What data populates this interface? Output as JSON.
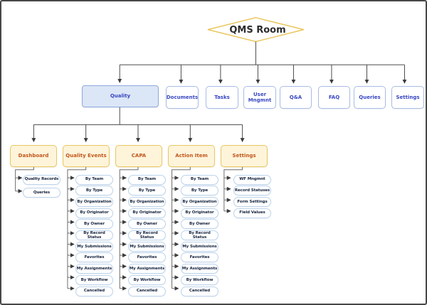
{
  "diagram": {
    "root": {
      "label": "QMS Room"
    },
    "level2": [
      {
        "label": "Quality",
        "highlighted": true
      },
      {
        "label": "Documents"
      },
      {
        "label": "Tasks"
      },
      {
        "label": "User Mngmnt"
      },
      {
        "label": "Q&A"
      },
      {
        "label": "FAQ"
      },
      {
        "label": "Queries"
      },
      {
        "label": "Settings"
      }
    ],
    "quality_children": [
      {
        "label": "Dashboard",
        "children": [
          "Quality Records",
          "Queries"
        ]
      },
      {
        "label": "Quality Events",
        "children": [
          "By Team",
          "By Type",
          "By Organization",
          "By Originator",
          "By Owner",
          "By Record Status",
          "My Submissions",
          "Favorites",
          "My Assignments",
          "By Workflow",
          "Cancelled"
        ]
      },
      {
        "label": "CAPA",
        "children": [
          "By Team",
          "By Type",
          "By Organization",
          "By Originator",
          "By Owner",
          "By Record Status",
          "My Submissions",
          "Favorites",
          "My Assignments",
          "By Workflow",
          "Cancelled"
        ]
      },
      {
        "label": "Action Item",
        "children": [
          "By Team",
          "By Type",
          "By Organization",
          "By Originator",
          "By Owner",
          "By Record Status",
          "My Submissions",
          "Favorites",
          "My Assignments",
          "By Workflow",
          "Cancelled"
        ]
      },
      {
        "label": "Settings",
        "children": [
          "WF Mngmnt",
          "Record Statuses",
          "Form Settings",
          "Field Values"
        ]
      }
    ],
    "colors": {
      "gold": "#e9c75f",
      "cream": "#fdf4da",
      "orange": "#c2571d",
      "blueBorder": "#a9bce6",
      "blueText": "#3947c2",
      "qFill": "#dbe6f6",
      "qBorder": "#8fa8dd",
      "pillBorder": "#bcd4ec",
      "pillText": "#16243f",
      "line": "#4a4a4a",
      "trunk": "#6b6b6b"
    }
  }
}
